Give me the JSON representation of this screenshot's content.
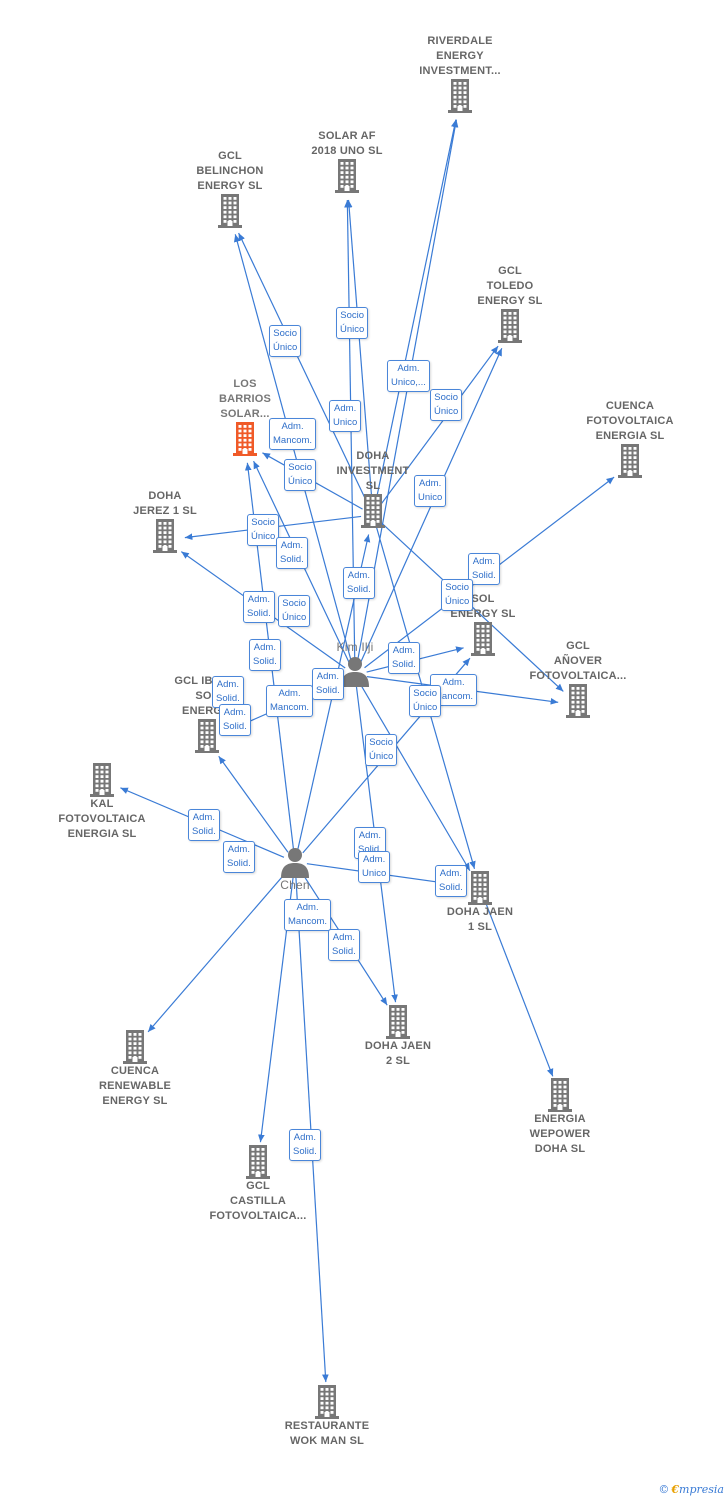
{
  "nodes": [
    {
      "id": "riverdale",
      "label": "RIVERDALE\nENERGY\nINVESTMENT...",
      "type": "company"
    },
    {
      "id": "solar_af",
      "label": "SOLAR AF\n2018 UNO SL",
      "type": "company"
    },
    {
      "id": "gcl_belinchon",
      "label": "GCL\nBELINCHON\nENERGY SL",
      "type": "company"
    },
    {
      "id": "gcl_toledo",
      "label": "GCL\nTOLEDO\nENERGY SL",
      "type": "company"
    },
    {
      "id": "los_barrios",
      "label": "LOS\nBARRIOS\nSOLAR...",
      "type": "company",
      "focus": true
    },
    {
      "id": "cuenca_foto",
      "label": "CUENCA\nFOTOVOLTAICA\nENERGIA SL",
      "type": "company"
    },
    {
      "id": "doha_inv",
      "label": "DOHA\nINVESTMENT\nSL",
      "type": "company"
    },
    {
      "id": "doha_jerez",
      "label": "DOHA\nJEREZ 1 SL",
      "type": "company"
    },
    {
      "id": "sol_energy",
      "label": "SOL\nENERGY SL",
      "type": "company"
    },
    {
      "id": "gcl_anover",
      "label": "GCL\nAÑOVER\nFOTOVOLTAICA...",
      "type": "company"
    },
    {
      "id": "kim",
      "label": "Kim Ilji",
      "type": "person"
    },
    {
      "id": "gcl_iberia",
      "label": "GCL IBERIA\nSOL\nENERG...",
      "type": "company"
    },
    {
      "id": "kal",
      "label": "KAL\nFOTOVOLTAICA\nENERGIA SL",
      "type": "company"
    },
    {
      "id": "chen",
      "label": "Chen",
      "type": "person"
    },
    {
      "id": "doha_jaen1",
      "label": "DOHA JAEN\n1 SL",
      "type": "company"
    },
    {
      "id": "cuenca_ren",
      "label": "CUENCA\nRENEWABLE\nENERGY SL",
      "type": "company"
    },
    {
      "id": "doha_jaen2",
      "label": "DOHA JAEN\n2 SL",
      "type": "company"
    },
    {
      "id": "energia_wp",
      "label": "ENERGIA\nWEPOWER\nDOHA SL",
      "type": "company"
    },
    {
      "id": "gcl_castilla",
      "label": "GCL\nCASTILLA\nFOTOVOLTAICA...",
      "type": "company"
    },
    {
      "id": "restaurante",
      "label": "RESTAURANTE\nWOK MAN SL",
      "type": "company"
    }
  ],
  "edges": [
    {
      "from": "doha_inv",
      "to": "riverdale"
    },
    {
      "from": "doha_inv",
      "to": "solar_af"
    },
    {
      "from": "doha_inv",
      "to": "gcl_belinchon"
    },
    {
      "from": "doha_inv",
      "to": "gcl_toledo"
    },
    {
      "from": "doha_inv",
      "to": "los_barrios"
    },
    {
      "from": "doha_inv",
      "to": "doha_jerez"
    },
    {
      "from": "doha_inv",
      "to": "gcl_anover"
    },
    {
      "from": "doha_inv",
      "to": "doha_jaen1"
    },
    {
      "from": "kim",
      "to": "riverdale"
    },
    {
      "from": "kim",
      "to": "solar_af"
    },
    {
      "from": "kim",
      "to": "gcl_toledo"
    },
    {
      "from": "kim",
      "to": "cuenca_foto"
    },
    {
      "from": "kim",
      "to": "gcl_belinchon"
    },
    {
      "from": "kim",
      "to": "doha_jerez"
    },
    {
      "from": "kim",
      "to": "sol_energy"
    },
    {
      "from": "kim",
      "to": "gcl_anover"
    },
    {
      "from": "kim",
      "to": "gcl_iberia"
    },
    {
      "from": "kim",
      "to": "doha_jaen2"
    },
    {
      "from": "kim",
      "to": "doha_jaen1"
    },
    {
      "from": "kim",
      "to": "los_barrios"
    },
    {
      "from": "chen",
      "to": "doha_inv"
    },
    {
      "from": "chen",
      "to": "los_barrios"
    },
    {
      "from": "chen",
      "to": "kal"
    },
    {
      "from": "chen",
      "to": "cuenca_ren"
    },
    {
      "from": "chen",
      "to": "doha_jaen2"
    },
    {
      "from": "chen",
      "to": "gcl_castilla"
    },
    {
      "from": "chen",
      "to": "restaurante"
    },
    {
      "from": "chen",
      "to": "doha_jaen1"
    },
    {
      "from": "chen",
      "to": "sol_energy"
    },
    {
      "from": "doha_jaen1",
      "to": "energia_wp"
    },
    {
      "from": "chen",
      "to": "gcl_iberia"
    }
  ],
  "edge_labels": [
    {
      "text": "Adm.\nUnico,..."
    },
    {
      "text": "Socio\nÚnico"
    },
    {
      "text": "Socio\nÚnico"
    },
    {
      "text": "Adm.\nUnico"
    },
    {
      "text": "Socio\nÚnico"
    },
    {
      "text": "Adm.\nMancom."
    },
    {
      "text": "Socio\nÚnico"
    },
    {
      "text": "Adm.\nUnico"
    },
    {
      "text": "Socio\nÚnico"
    },
    {
      "text": "Adm.\nSolid."
    },
    {
      "text": "Adm.\nSolid."
    },
    {
      "text": "Adm.\nSolid."
    },
    {
      "text": "Socio\nÚnico"
    },
    {
      "text": "Adm.\nSolid."
    },
    {
      "text": "Socio\nÚnico"
    },
    {
      "text": "Adm.\nSolid."
    },
    {
      "text": "Adm.\nSolid."
    },
    {
      "text": "Adm.\nMancom."
    },
    {
      "text": "Adm.\nSolid."
    },
    {
      "text": "Adm.\nSolid."
    },
    {
      "text": "Adm.\nMancom."
    },
    {
      "text": "Socio\nÚnico"
    },
    {
      "text": "Adm.\nSolid."
    },
    {
      "text": "Socio\nÚnico"
    },
    {
      "text": "Adm.\nSolid."
    },
    {
      "text": "Adm.\nSolid."
    },
    {
      "text": "Adm.\nSolid."
    },
    {
      "text": "Adm.\nUnico"
    },
    {
      "text": "Adm.\nSolid."
    },
    {
      "text": "Adm.\nMancom."
    },
    {
      "text": "Adm.\nSolid."
    },
    {
      "text": "Adm.\nSolid."
    }
  ],
  "colors": {
    "edge": "#3a7bd5",
    "building": "#777777",
    "focus": "#f05a28",
    "person": "#777777"
  },
  "footer": {
    "copyright": "©",
    "brand_initial": "€",
    "brand_rest": "mpresia"
  }
}
